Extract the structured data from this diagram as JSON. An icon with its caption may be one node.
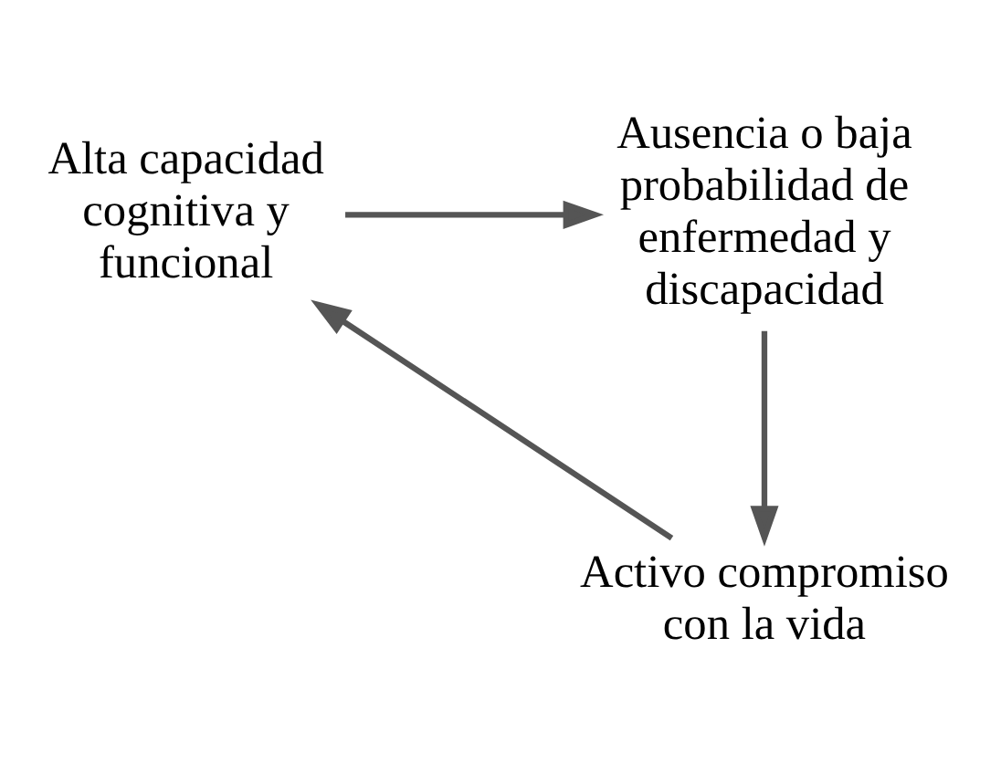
{
  "diagram": {
    "nodes": [
      {
        "text": [
          "Alta capacidad cognitiva y funcional"
        ]
      },
      {
        "text": [
          "Ausencia o baja probabilidad de enfermedad y discapacidad"
        ]
      },
      {
        "text": [
          "Activo compromiso con la vida"
        ]
      }
    ],
    "edges": [
      {
        "from": 0,
        "to": 1,
        "arrow": "to"
      },
      {
        "from": 1,
        "to": 2,
        "arrow": "to"
      },
      {
        "from": 2,
        "to": 0,
        "arrow": "to"
      }
    ]
  }
}
